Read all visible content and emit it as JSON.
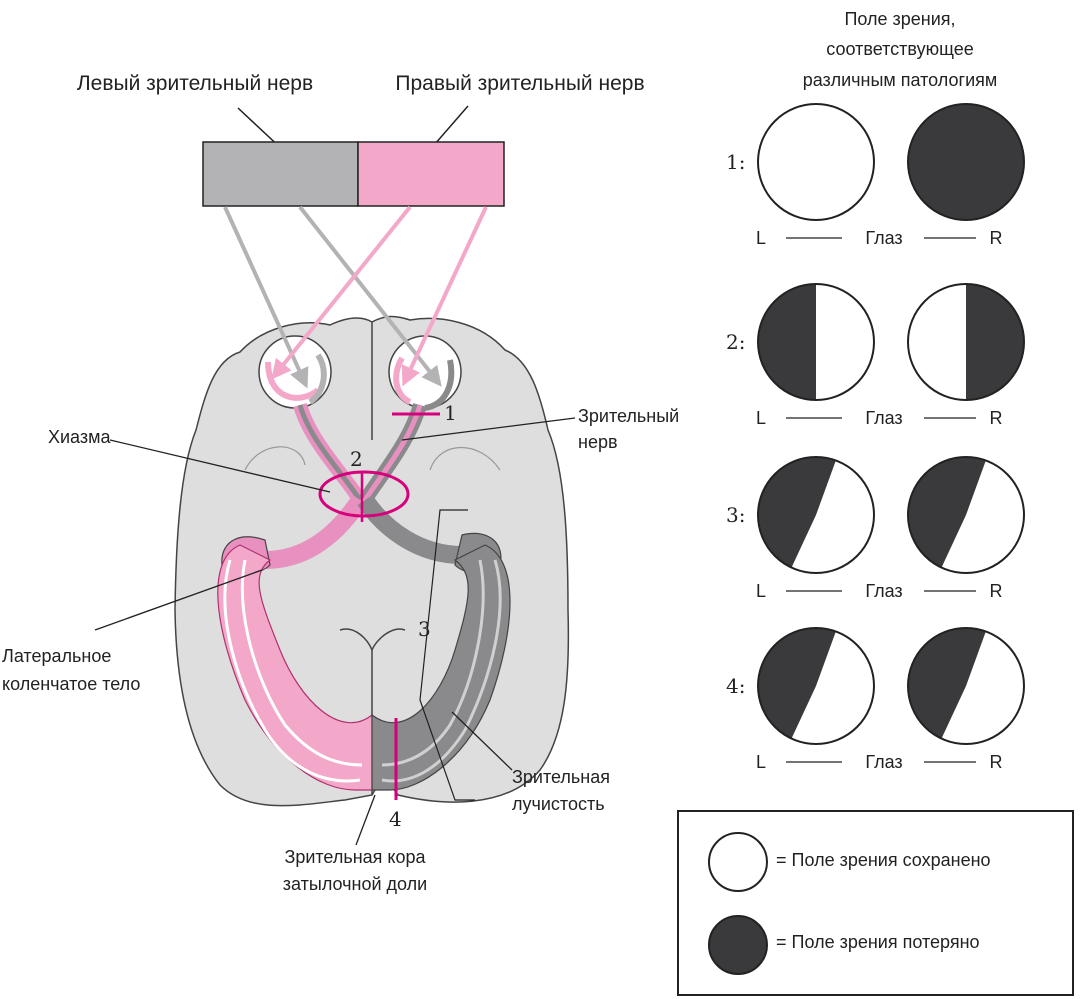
{
  "colors": {
    "left_nerve": "#b3b3b5",
    "right_nerve": "#f3a8ca",
    "pink_path": "#e890bf",
    "gray_path": "#8a8a8c",
    "brain_fill": "#dedede",
    "lesion": "#d6007c",
    "lost_field": "#3a3a3c",
    "preserved_field": "#ffffff"
  },
  "nerves": {
    "left_label": "Левый зрительный нерв",
    "right_label": "Правый зрительный нерв"
  },
  "brain_labels": {
    "chiasm": "Хиазма",
    "optic_nerve_1": "Зрительный",
    "optic_nerve_2": "нерв",
    "lgn_1": "Латеральное",
    "lgn_2": "коленчатое тело",
    "radiation_1": "Зрительная",
    "radiation_2": "лучистость",
    "cortex_1": "Зрительная кора",
    "cortex_2": "затылочной доли"
  },
  "lesion_numbers": [
    "1",
    "2",
    "3",
    "4"
  ],
  "fields": {
    "title_1": "Поле зрения,",
    "title_2": "соответствующее",
    "title_3": "различным патологиям",
    "eye_left": "L",
    "eye_right": "R",
    "eye_word": "Глаз",
    "rows": [
      {
        "label": "1:",
        "left": "fully preserved",
        "right": "fully lost"
      },
      {
        "label": "2:",
        "left": "left half lost",
        "right": "right half lost"
      },
      {
        "label": "3:",
        "left": "upper-left quadrant lost",
        "right": "upper-left quadrant lost"
      },
      {
        "label": "4:",
        "left": "upper-left quadrant lost",
        "right": "upper-left quadrant lost"
      }
    ]
  },
  "legend": {
    "preserved": "= Поле зрения сохранено",
    "lost": "= Поле зрения потеряно"
  }
}
